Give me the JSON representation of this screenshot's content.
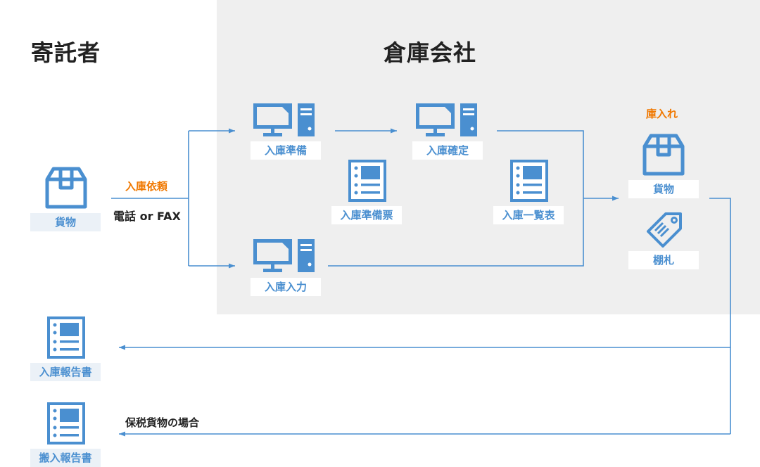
{
  "headings": {
    "consignor": "寄託者",
    "warehouse": "倉庫会社"
  },
  "labels": {
    "cargo_left": "貨物",
    "prep": "入庫準備",
    "confirm": "入庫確定",
    "input": "入庫入力",
    "prep_slip": "入庫準備票",
    "list": "入庫一覧表",
    "cargo_right": "貨物",
    "shelf_tag": "棚札",
    "receipt_report": "入庫報告書",
    "carry_in_report": "搬入報告書"
  },
  "notes": {
    "request": "入庫依頼",
    "channel": "電話 or FAX",
    "stock_in": "庫入れ",
    "bonded": "保税貨物の場合"
  },
  "icons": {
    "cargo_left": "box-icon",
    "prep": "computer-icon",
    "confirm": "computer-icon",
    "input": "computer-icon",
    "prep_slip": "document-icon",
    "list": "document-icon",
    "cargo_right": "box-icon",
    "shelf_tag": "tag-icon",
    "receipt_report": "document-icon",
    "carry_in_report": "document-icon"
  },
  "colors": {
    "accent": "#4a8fd0",
    "label_bg": "#ebf1f7",
    "warehouse_bg": "#efefef",
    "highlight": "#f07800",
    "text": "#222222"
  }
}
